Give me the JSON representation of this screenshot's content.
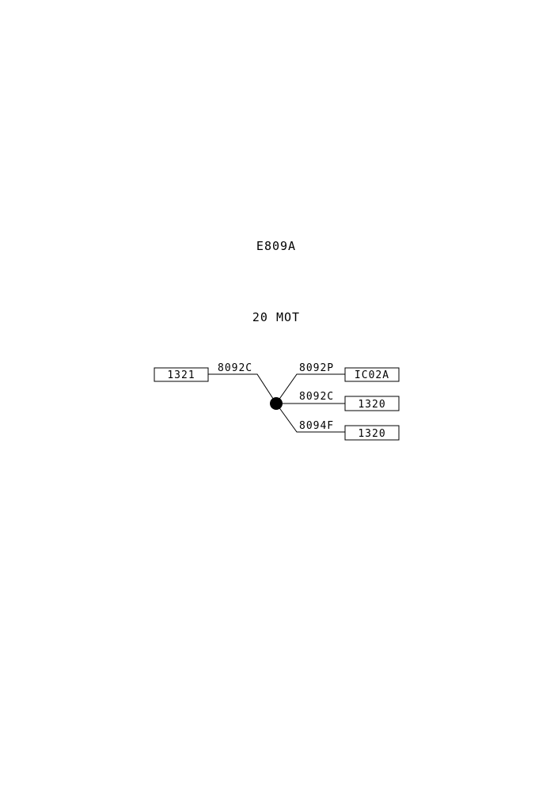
{
  "title": "E809A",
  "subtitle": "20 MOT",
  "splice": {
    "input": {
      "connector": "1321",
      "wire": "8092C"
    },
    "outputs": [
      {
        "wire": "8092P",
        "connector": "IC02A"
      },
      {
        "wire": "8092C",
        "connector": "1320"
      },
      {
        "wire": "8094F",
        "connector": "1320"
      }
    ]
  }
}
